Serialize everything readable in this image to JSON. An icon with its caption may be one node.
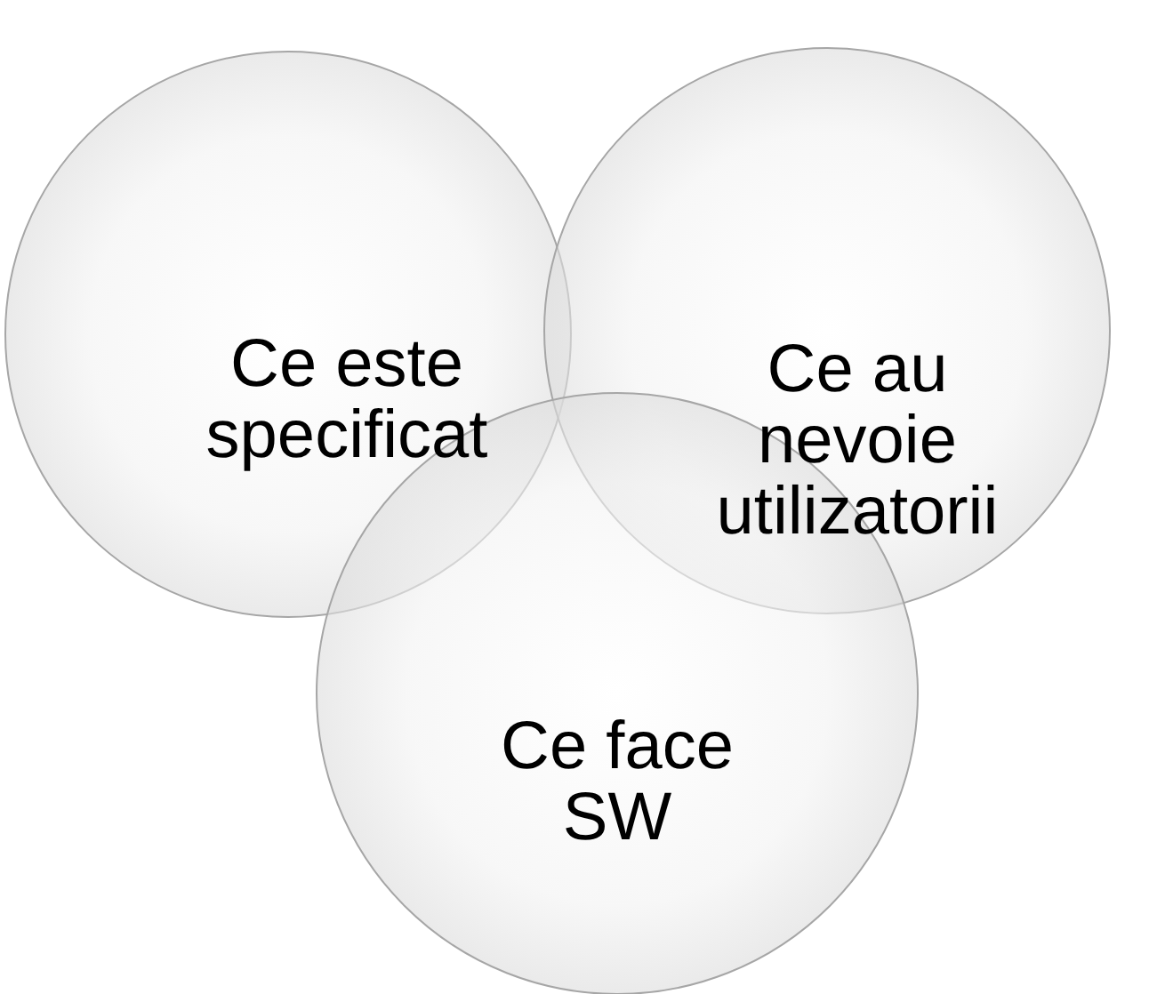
{
  "diagram": {
    "nodes": [
      {
        "text": [
          "Ce este specificat"
        ]
      },
      {
        "text": [
          "Ce au nevoie utilizatorii"
        ]
      },
      {
        "text": [
          "Ce face SW"
        ]
      }
    ]
  }
}
